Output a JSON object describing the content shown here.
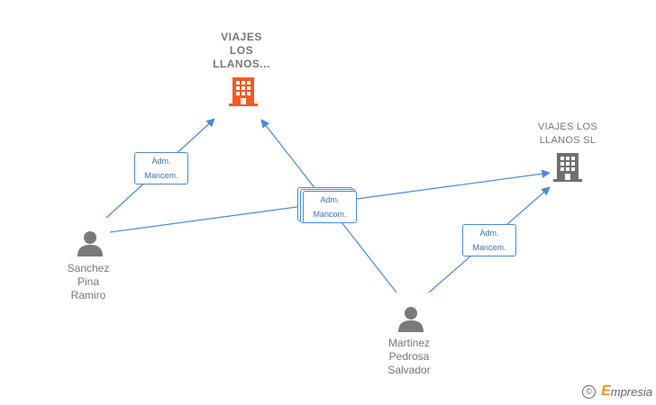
{
  "companies": [
    {
      "id": "viajes-llanos-main",
      "label_lines": [
        "VIAJES",
        "LOS",
        "LLANOS..."
      ],
      "color": "#f05a28"
    },
    {
      "id": "viajes-llanos-sl",
      "label_lines": [
        "VIAJES LOS",
        "LLANOS SL"
      ],
      "color": "#707070"
    }
  ],
  "people": [
    {
      "id": "sanchez",
      "label_lines": [
        "Sanchez",
        "Pina",
        "Ramiro"
      ]
    },
    {
      "id": "martinez",
      "label_lines": [
        "Martinez",
        "Pedrosa",
        "Salvador"
      ]
    }
  ],
  "relations": [
    {
      "line1": "Adm.",
      "line2": "Mancom."
    },
    {
      "line1": "Adm.",
      "line2": "Mancom."
    },
    {
      "line1": "Adm.",
      "line2": "Mancom."
    }
  ],
  "colors": {
    "edge": "#4a8ad8",
    "person": "#7a7a7a"
  },
  "watermark": {
    "copyright": "©",
    "e": "E",
    "brand": "mpresia"
  }
}
